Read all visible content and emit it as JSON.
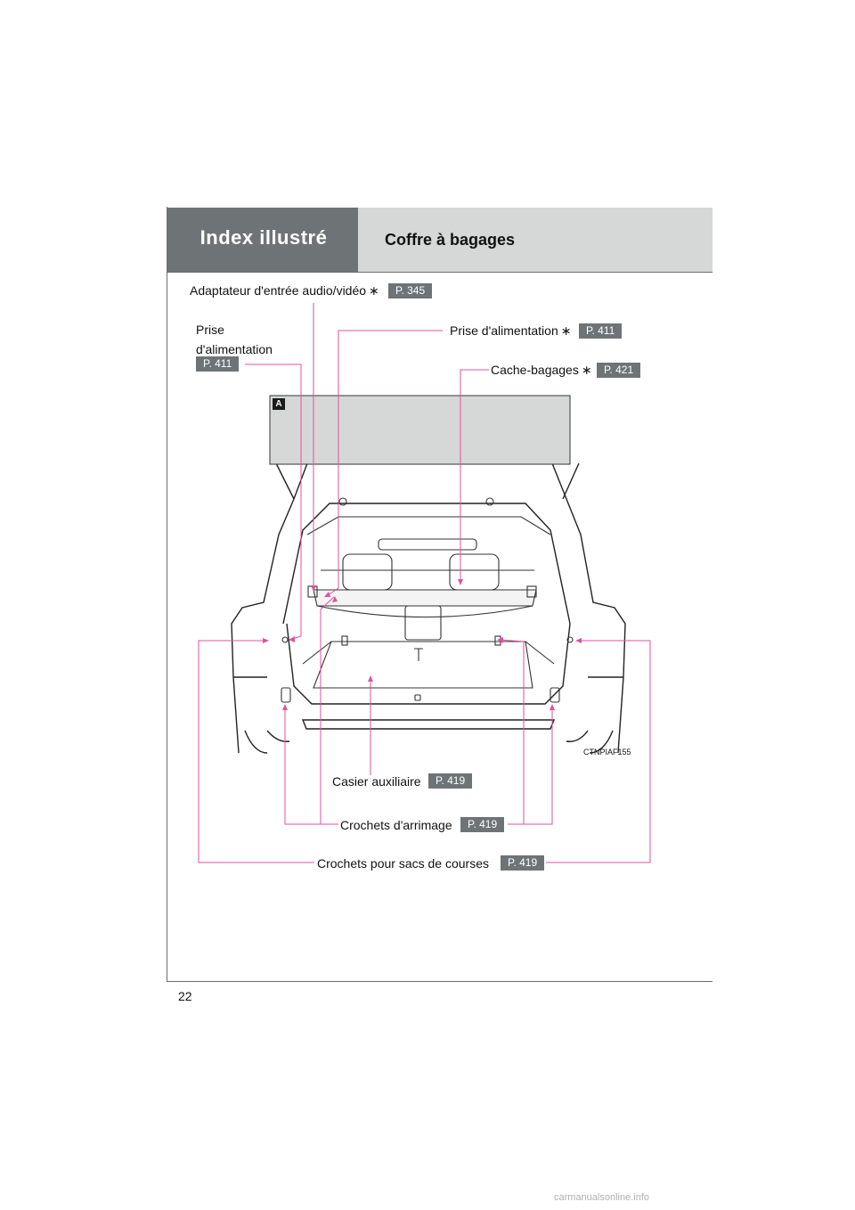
{
  "header": {
    "section_title": "Index illustré",
    "page_title": "Coffre à bagages"
  },
  "figure": {
    "marker": "A",
    "code": "CTNPIAF155"
  },
  "callouts": [
    {
      "label": "Adaptateur d'entrée audio/vidéo",
      "optional_mark": "∗",
      "ref": "P. 345"
    },
    {
      "label": "Prise d'alimentation",
      "optional_mark": "",
      "ref": "P. 411"
    },
    {
      "label": "Prise d'alimentation",
      "optional_mark": "∗",
      "ref": "P. 411"
    },
    {
      "label": "Cache-bagages",
      "optional_mark": "∗",
      "ref": "P. 421"
    },
    {
      "label": "Casier auxiliaire",
      "optional_mark": "",
      "ref": "P. 419"
    },
    {
      "label": "Crochets d'arrimage",
      "optional_mark": "",
      "ref": "P. 419"
    },
    {
      "label": "Crochets pour sacs de courses",
      "optional_mark": "",
      "ref": "P. 419"
    }
  ],
  "left_callout_lines": [
    "Prise",
    "d'alimentation"
  ],
  "page_number": "22",
  "watermark": "carmanualsonline.info",
  "colors": {
    "leader": "#e0529c",
    "badge": "#6e7475",
    "header_light": "#d6d8d8"
  }
}
